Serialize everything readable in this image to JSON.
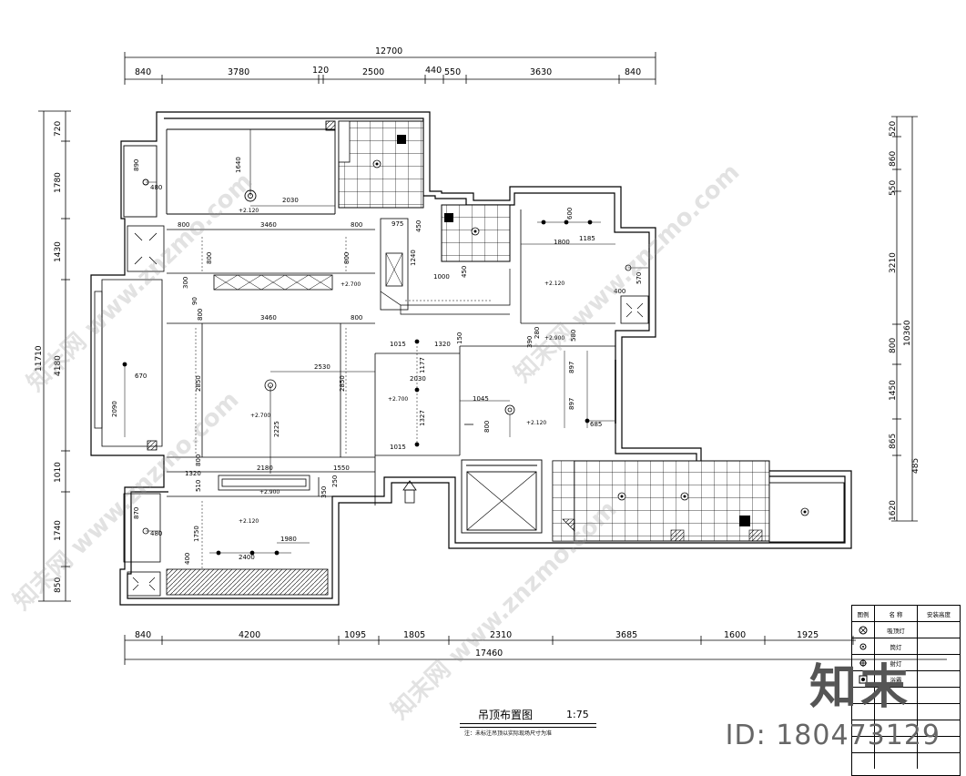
{
  "dims": {
    "top_total": "12700",
    "top": [
      "840",
      "3780",
      "120",
      "2500",
      "440",
      "550",
      "3630",
      "840"
    ],
    "bottom": [
      "840",
      "4200",
      "1095",
      "1805",
      "2310",
      "3685",
      "1600",
      "1925"
    ],
    "bottom_total": "17460",
    "left_total": "11710",
    "left": [
      "720",
      "1780",
      "1430",
      "4180",
      "1010",
      "1740",
      "850"
    ],
    "right": [
      "520",
      "860",
      "550",
      "3210",
      "800",
      "1450",
      "865",
      "1620"
    ],
    "right_total_a": "10360",
    "right_total_b": "485"
  },
  "inner_dims": {
    "bed1_w": "2030",
    "bed1_h": "1640",
    "win1_a": "890",
    "win1_b": "480",
    "mid1": [
      "800",
      "3460",
      "800"
    ],
    "mid_v1": "800",
    "mid_v2": "800",
    "mid_v3": "300",
    "mid_v4": "90",
    "mid_v5": "800",
    "mid_v6": "1240",
    "mid2": [
      "800",
      "3460",
      "800"
    ],
    "liv_w": "2530",
    "liv_h": "2850",
    "liv_h2": "2850",
    "liv_h3": "2225",
    "liv_d1": "800",
    "liv_d2": "2180",
    "liv_d3": "1550",
    "liv_d4": "1320",
    "liv_d5": "510",
    "liv_d6": "350",
    "liv_d7": "250",
    "left_bay_a": "670",
    "left_bay_b": "2090",
    "hall": [
      "975",
      "450",
      "1000",
      "450"
    ],
    "dining": [
      "1015",
      "1320",
      "150",
      "2030",
      "1177",
      "1327",
      "1015",
      "1045",
      "800"
    ],
    "kitchen": [
      "600",
      "1800",
      "1185",
      "390",
      "280",
      "580",
      "897",
      "897",
      "685",
      "570",
      "400"
    ],
    "bed3": [
      "870",
      "480",
      "1750",
      "1980",
      "2400",
      "400"
    ]
  },
  "labels": {
    "ceil_a": "+2.120",
    "ceil_b": "+2.700",
    "ceil_c": "+2.700",
    "ceil_d": "+2.900",
    "ceil_e": "+2.700",
    "ceil_f": "+2.120",
    "ceil_g": "+2.900",
    "ceil_h": "+2.120",
    "ceil_i": "+2.120"
  },
  "title": {
    "name": "吊顶布置图",
    "scale": "1:75",
    "note": "注：未标注吊顶以实际现场尺寸为准"
  },
  "legend": {
    "header": [
      "图例",
      "名 称",
      "安装高度"
    ],
    "rows": [
      {
        "name": "吸顶灯"
      },
      {
        "name": "筒灯"
      },
      {
        "name": "射灯"
      },
      {
        "name": "浴霸"
      },
      {
        "name": ""
      },
      {
        "name": ""
      },
      {
        "name": ""
      },
      {
        "name": ""
      },
      {
        "name": ""
      },
      {
        "name": ""
      }
    ]
  },
  "watermark": {
    "brand": "知末",
    "id": "ID: 180473129",
    "site": "知末网 www.znzmo.com"
  }
}
